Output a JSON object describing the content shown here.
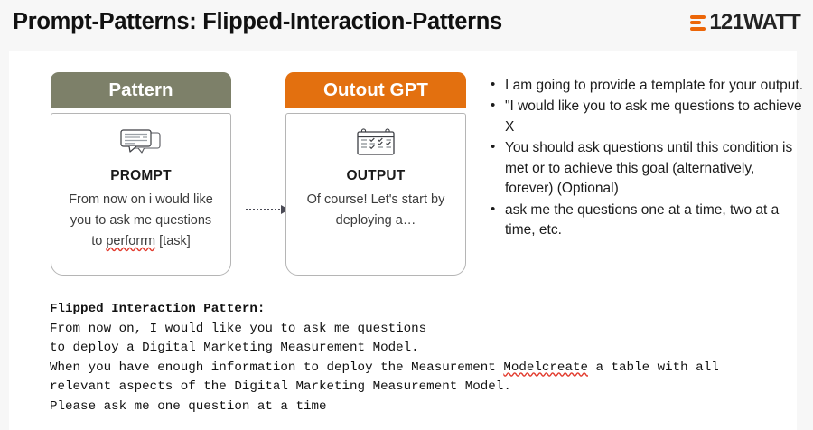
{
  "header": {
    "title": "Prompt-Patterns: Flipped-Interaction-Patterns",
    "logo_text": "121WATT",
    "logo_icon": "three-bars-icon",
    "accent_color": "#ec6608"
  },
  "cards": [
    {
      "id": "pattern",
      "header_label": "Pattern",
      "header_color": "#7d8069",
      "icon": "speech-bubbles-icon",
      "label": "PROMPT",
      "text_before": "From now on i would like you to ask me questions to ",
      "text_misspelled": "perforrm",
      "text_after": " [task]"
    },
    {
      "id": "output",
      "header_label": "Outout GPT",
      "header_color": "#e3700f",
      "icon": "checklist-icon",
      "label": "OUTPUT",
      "text": "Of course! Let's start by deploying a…"
    }
  ],
  "connector": {
    "icon": "dotted-arrow-right-icon",
    "color": "#4a4a55"
  },
  "bullets": [
    "I am going to provide a template for your output.",
    "\"I would like you to ask me questions to achieve X",
    "You should ask questions until this condition is met or to achieve this goal (alternatively, forever) (Optional)",
    "ask me the questions one at a time, two at a time, etc."
  ],
  "code_block": {
    "title": "Flipped Interaction Pattern:",
    "line1": "From now on, I would like you to ask me questions",
    "line2": "to deploy a Digital Marketing Measurement Model.",
    "line3_part1": "When you have enough information to deploy the Measurement ",
    "line3_typo": "Modelcreate",
    "line3_part2": " a table with all",
    "line4": "relevant aspects of the Digital Marketing Measurement Model.",
    "line5": "Please ask me one question at a time"
  }
}
